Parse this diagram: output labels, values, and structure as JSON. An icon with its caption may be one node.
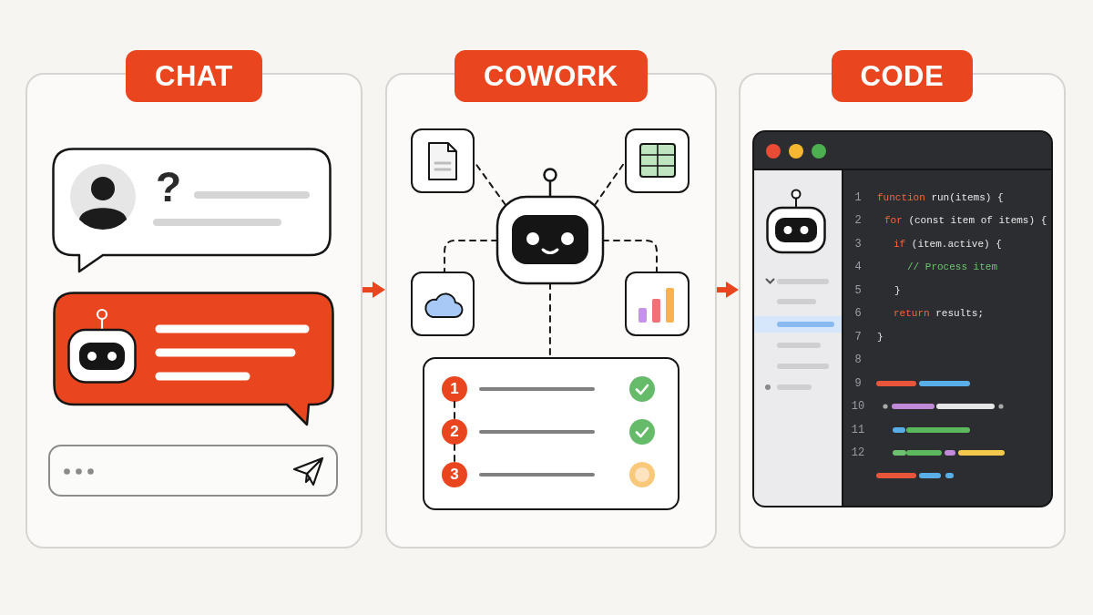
{
  "diagram": {
    "nodes": [
      {
        "text": [
          "CHAT"
        ]
      },
      {
        "text": [
          "?"
        ],
        "in": 0
      },
      {
        "text": [],
        "shape": "bubble",
        "in": 0
      },
      {
        "text": [
          "COWORK"
        ]
      },
      {
        "text": [],
        "shape": "picture",
        "in": 3
      },
      {
        "text": [],
        "shape": "picture",
        "in": 3
      },
      {
        "text": [],
        "shape": "picture",
        "in": 3
      },
      {
        "text": [],
        "shape": "picture",
        "in": 3
      },
      {
        "text": [],
        "shape": "picture",
        "in": 3
      },
      {
        "text": [],
        "shape": "box",
        "in": 3
      },
      {
        "text": [
          "1"
        ],
        "in": 9
      },
      {
        "text": [
          "2"
        ],
        "in": 9
      },
      {
        "text": [
          "3"
        ],
        "in": 9
      },
      {
        "text": [
          "CODE"
        ]
      },
      {
        "text": [
          "1",
          "function run(items) {",
          "2",
          "for (const item of items) {",
          "3",
          "if (item.active) {",
          "4",
          "// Process item",
          "5",
          "}",
          "6",
          "return results;",
          "7",
          "}",
          "8",
          "9",
          "10",
          "11",
          "12"
        ],
        "in": 13
      }
    ],
    "edges": [
      {
        "from": 0,
        "to": 3,
        "arrow": "to",
        "style": "thick",
        "color": "#e8461e"
      },
      {
        "from": 3,
        "to": 13,
        "arrow": "to",
        "style": "thick",
        "color": "#e8461e"
      },
      {
        "from": 6,
        "to": 4,
        "arrow": "none",
        "style": "dashed"
      },
      {
        "from": 6,
        "to": 5,
        "arrow": "none",
        "style": "dashed"
      },
      {
        "from": 6,
        "to": 7,
        "arrow": "none",
        "style": "dashed"
      },
      {
        "from": 6,
        "to": 8,
        "arrow": "none",
        "style": "dashed"
      },
      {
        "from": 6,
        "to": 9,
        "arrow": "none",
        "style": "dashed"
      },
      {
        "from": 10,
        "to": 11,
        "arrow": "none",
        "style": "dashed"
      },
      {
        "from": 11,
        "to": 12,
        "arrow": "none",
        "style": "dashed"
      }
    ]
  }
}
